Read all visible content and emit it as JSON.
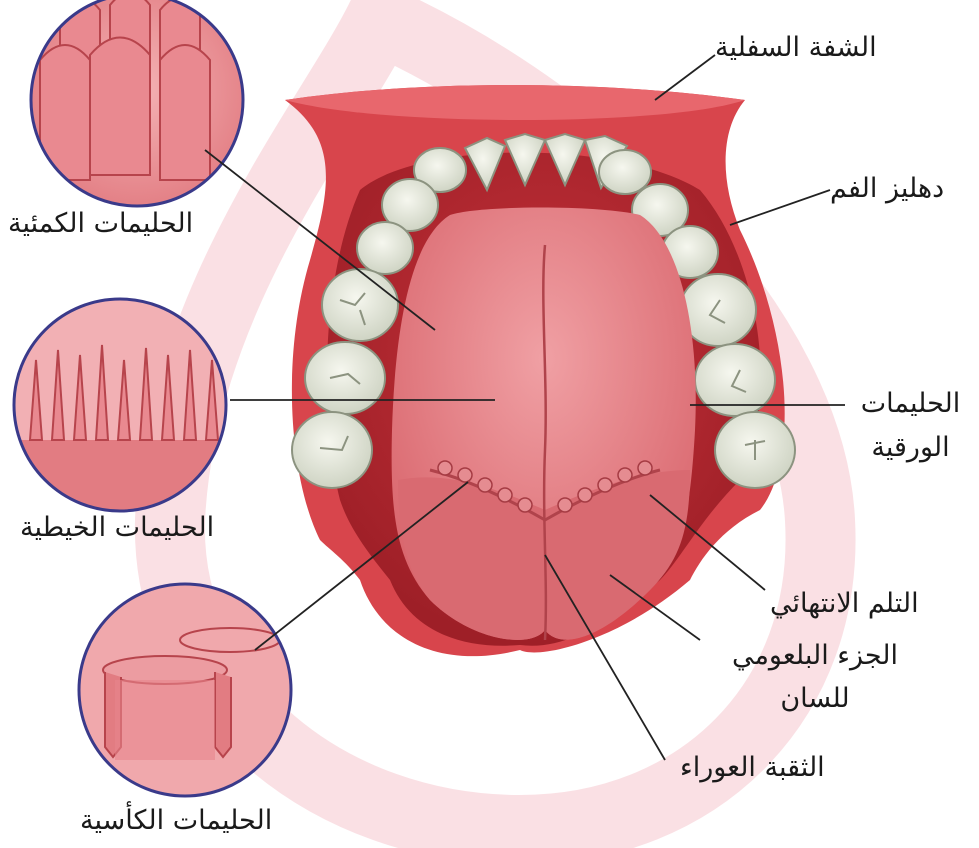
{
  "labels": {
    "lower_lip": "الشفة السفلية",
    "vestibule": "دهليز الفم",
    "foliate_papillae_line1": "الحليمات",
    "foliate_papillae_line2": "الورقية",
    "terminal_sulcus": "التلم الانتهائي",
    "pharyngeal_part_line1": "الجزء البلعومي",
    "pharyngeal_part_line2": "للسان",
    "foramen_cecum": "الثقبة العوراء",
    "fungiform_papillae": "الحليمات الكمئية",
    "filiform_papillae": "الحليمات الخيطية",
    "circumvallate_papillae": "الحليمات الكأسية"
  },
  "colors": {
    "watermark": "#f5c6cd",
    "mouth_outer": "#d8454c",
    "mouth_inner": "#b3262d",
    "tongue": "#e27f85",
    "tongue_back": "#d96a71",
    "tooth": "#e8ebe0",
    "circle_border": "#3a3a8a",
    "leader": "#222222"
  }
}
